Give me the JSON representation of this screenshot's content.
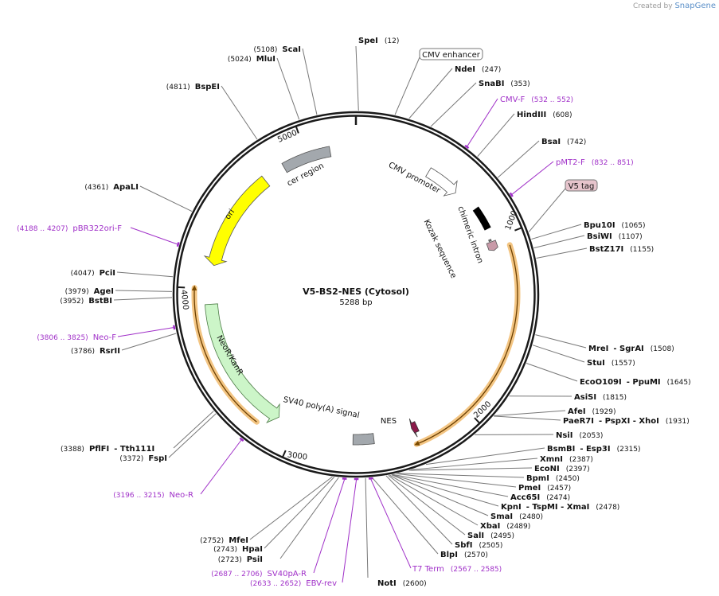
{
  "brand": {
    "created_by": "Created by",
    "app": "SnapGene"
  },
  "plasmid": {
    "name": "V5-BS2-NES (Cytosol)",
    "length_label": "5288 bp",
    "length": 5288
  },
  "ticks": [
    {
      "label": "1000",
      "bp": 1000
    },
    {
      "label": "2000",
      "bp": 2000
    },
    {
      "label": "3000",
      "bp": 3000
    },
    {
      "label": "4000",
      "bp": 4000
    },
    {
      "label": "5000",
      "bp": 5000
    }
  ],
  "features": [
    {
      "name": "CMV enhancer",
      "start": 70,
      "end": 449,
      "type": "enhancer",
      "color": "#ffffff",
      "label_boxed": true
    },
    {
      "name": "CMV promoter",
      "start": 450,
      "end": 653,
      "type": "promoter",
      "color": "#ffffff"
    },
    {
      "name": "chimeric intron",
      "start": 800,
      "end": 932,
      "type": "intron",
      "color": "#000000"
    },
    {
      "name": "V5 tag",
      "start": 1010,
      "end": 1051,
      "type": "tag",
      "color": "#c89aa8",
      "label_boxed": true
    },
    {
      "name": "Kozak sequence",
      "start": 995,
      "end": 1004,
      "type": "misc",
      "color": "#777777"
    },
    {
      "name": "NES",
      "start": 2280,
      "end": 2313,
      "type": "signal",
      "color": "#8b1a4a"
    },
    {
      "name": "SV40 poly(A) signal",
      "start": 2540,
      "end": 2661,
      "type": "polyA",
      "color": "#a3a8ad"
    },
    {
      "name": "NeoR/KanR",
      "start": 3115,
      "end": 3909,
      "type": "cds",
      "color": "#ccf5c8"
    },
    {
      "name": "ori",
      "start": 4135,
      "end": 4723,
      "type": "ori",
      "color": "#ffff00"
    },
    {
      "name": "cer region",
      "start": 4855,
      "end": 5138,
      "type": "misc",
      "color": "#a3a8ad"
    }
  ],
  "orfs": [
    {
      "start": 1060,
      "end": 2320,
      "direction": "forward"
    },
    {
      "start": 3200,
      "end": 4000,
      "direction": "forward"
    }
  ],
  "sites": [
    {
      "name": "SpeI",
      "pos": "(12)"
    },
    {
      "name": "NdeI",
      "pos": "(247)"
    },
    {
      "name": "SnaBI",
      "pos": "(353)"
    },
    {
      "name": "HindIII",
      "pos": "(608)"
    },
    {
      "name": "BsaI",
      "pos": "(742)"
    },
    {
      "name": "Bpu10I",
      "pos": "(1065)"
    },
    {
      "name": "BsiWI",
      "pos": "(1107)"
    },
    {
      "name": "BstZ17I",
      "pos": "(1155)"
    },
    {
      "name": "MreI",
      "name2": "- SgrAI",
      "pos": "(1508)"
    },
    {
      "name": "StuI",
      "pos": "(1557)"
    },
    {
      "name": "EcoO109I",
      "name2": "- PpuMI",
      "pos": "(1645)"
    },
    {
      "name": "AsiSI",
      "pos": "(1815)"
    },
    {
      "name": "AfeI",
      "pos": "(1929)"
    },
    {
      "name": "PaeR7I",
      "name2": "- PspXI   - XhoI",
      "pos": "(1931)"
    },
    {
      "name": "NsiI",
      "pos": "(2053)"
    },
    {
      "name": "BsmBI",
      "name2": "- Esp3I",
      "pos": "(2315)"
    },
    {
      "name": "XmnI",
      "pos": "(2387)"
    },
    {
      "name": "EcoNI",
      "pos": "(2397)"
    },
    {
      "name": "BpmI",
      "pos": "(2450)"
    },
    {
      "name": "PmeI",
      "pos": "(2457)"
    },
    {
      "name": "Acc65I",
      "pos": "(2474)"
    },
    {
      "name": "KpnI",
      "name2": "- TspMI   - XmaI",
      "pos": "(2478)"
    },
    {
      "name": "SmaI",
      "pos": "(2480)"
    },
    {
      "name": "XbaI",
      "pos": "(2489)"
    },
    {
      "name": "SalI",
      "pos": "(2495)"
    },
    {
      "name": "SbfI",
      "pos": "(2505)"
    },
    {
      "name": "BlpI",
      "pos": "(2570)"
    },
    {
      "name": "NotI",
      "pos": "(2600)"
    },
    {
      "name": "PsiI",
      "pos": "(2723)"
    },
    {
      "name": "HpaI",
      "pos": "(2743)"
    },
    {
      "name": "MfeI",
      "pos": "(2752)"
    },
    {
      "name": "FspI",
      "pos": "(3372)"
    },
    {
      "name": "PflFI",
      "name2": "- Tth111I",
      "pos": "(3388)"
    },
    {
      "name": "RsrII",
      "pos": "(3786)"
    },
    {
      "name": "BstBI",
      "pos": "(3952)"
    },
    {
      "name": "AgeI",
      "pos": "(3979)"
    },
    {
      "name": "PciI",
      "pos": "(4047)"
    },
    {
      "name": "ApaLI",
      "pos": "(4361)"
    },
    {
      "name": "BspEI",
      "pos": "(4811)"
    },
    {
      "name": "MluI",
      "pos": "(5024)"
    },
    {
      "name": "ScaI",
      "pos": "(5108)"
    }
  ],
  "primers": [
    {
      "name": "CMV-F",
      "pos": "(532 .. 552)"
    },
    {
      "name": "pMT2-F",
      "pos": "(832 .. 851)"
    },
    {
      "name": "T7 Term",
      "pos": "(2567 .. 2585)"
    },
    {
      "name": "EBV-rev",
      "pos": "(2633 .. 2652)"
    },
    {
      "name": "SV40pA-R",
      "pos": "(2687 .. 2706)"
    },
    {
      "name": "Neo-R",
      "pos": "(3196 .. 3215)"
    },
    {
      "name": "Neo-F",
      "pos": "(3806 .. 3825)"
    },
    {
      "name": "pBR322ori-F",
      "pos": "(4188 .. 4207)"
    }
  ],
  "colors": {
    "backbone": "#1a1a1a",
    "primer": "#a030c8",
    "orf": "#f3c583",
    "label_line": "#777777"
  }
}
